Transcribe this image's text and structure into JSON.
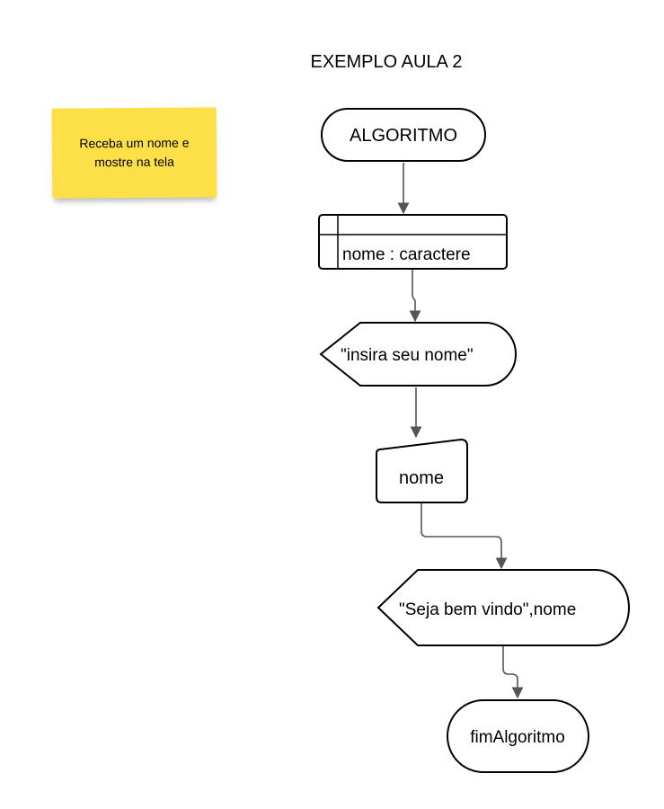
{
  "diagram": {
    "title": "EXEMPLO AULA 2",
    "sticky_note": "Receba um nome e mostre na tela",
    "nodes": {
      "start": "ALGORITMO",
      "variables": "nome : caractere",
      "display_prompt": "\"insira seu nome\"",
      "input": "nome",
      "display_greeting": "\"Seja bem vindo\",nome",
      "end": "fimAlgoritmo"
    },
    "colors": {
      "sticky": "#fde047",
      "connector": "#555555",
      "stroke": "#000000"
    }
  }
}
